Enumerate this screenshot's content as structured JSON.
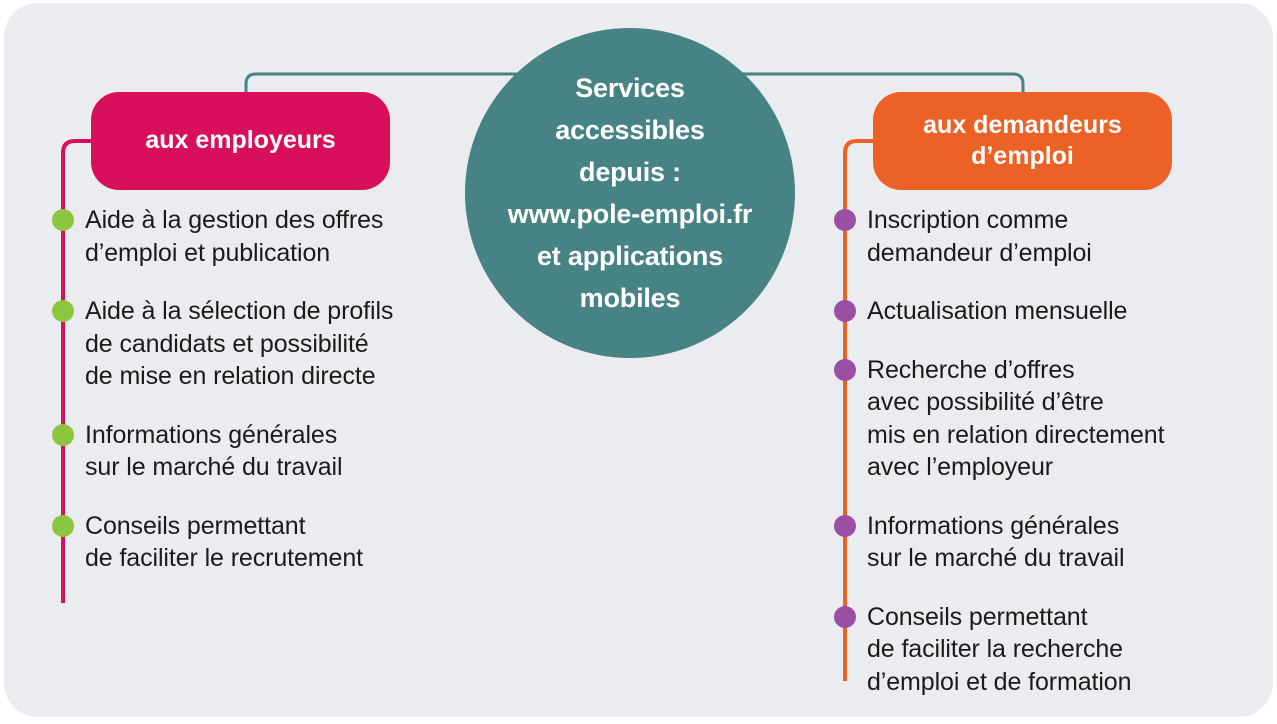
{
  "colors": {
    "card_background": "#ebecef",
    "page_background": "#ffffff",
    "teal": "#478285",
    "pink": "#d8105c",
    "orange": "#ec6126",
    "bullet_green": "#8cc63f",
    "bullet_purple": "#9a4fa4",
    "body_text": "#1b1b1b"
  },
  "hub": {
    "label": "Services\naccessibles\ndepuis :\nwww.pole-emploi.fr\net applications\nmobiles"
  },
  "branches": [
    {
      "id": "employeurs",
      "header": "aux employeurs",
      "header_color": "#d8105c",
      "bullet_color": "#8cc63f",
      "items": [
        "Aide à la gestion des offres\nd’emploi et publication",
        "Aide à la sélection de profils\nde candidats et possibilité\nde mise en relation directe",
        "Informations générales\nsur le marché du travail",
        "Conseils permettant\nde faciliter le recrutement"
      ]
    },
    {
      "id": "demandeurs",
      "header": "aux demandeurs\nd’emploi",
      "header_color": "#ec6126",
      "bullet_color": "#9a4fa4",
      "items": [
        "Inscription comme\ndemandeur d’emploi",
        "Actualisation mensuelle",
        "Recherche d’offres\navec possibilité d’être\nmis en relation directement\navec l’employeur",
        "Informations générales\nsur le marché du travail",
        "Conseils permettant\nde faciliter la recherche\nd’emploi et de formation"
      ]
    }
  ]
}
